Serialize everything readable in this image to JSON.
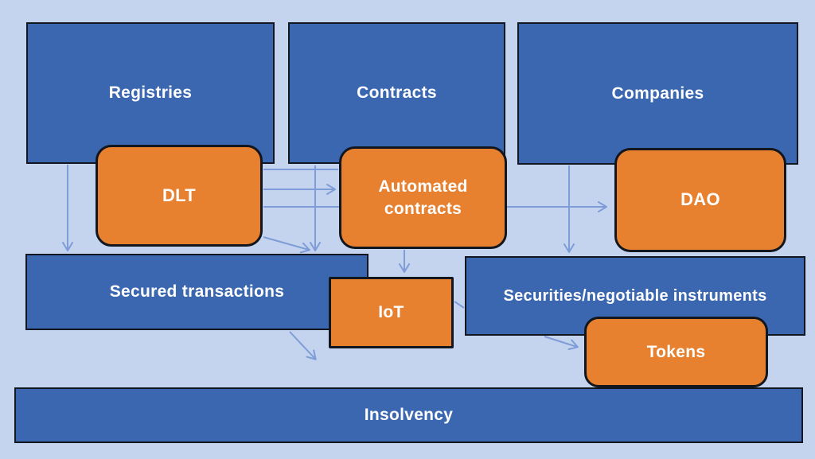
{
  "diagram": {
    "type": "block-diagram",
    "colors": {
      "background": "#c5d4ee",
      "box_blue": "#3a67b0",
      "box_orange": "#e8812f",
      "border": "#12161f",
      "arrow": "#7e9cd7",
      "text": "#ffffff"
    },
    "nodes": {
      "registries": {
        "label": "Registries"
      },
      "contracts": {
        "label": "Contracts"
      },
      "companies": {
        "label": "Companies"
      },
      "dlt": {
        "label": "DLT"
      },
      "automated_contracts": {
        "label": "Automated contracts"
      },
      "dao": {
        "label": "DAO"
      },
      "secured_transactions": {
        "label": "Secured transactions"
      },
      "iot": {
        "label": "IoT"
      },
      "securities": {
        "label": "Securities/negotiable instruments"
      },
      "tokens": {
        "label": "Tokens"
      },
      "insolvency": {
        "label": "Insolvency"
      }
    },
    "edges": [
      {
        "from": "registries",
        "to": "secured_transactions",
        "arrowhead": true
      },
      {
        "from": "dlt",
        "to": "automated_contracts",
        "arrowhead": false
      },
      {
        "from": "dlt",
        "to": "automated_contracts",
        "arrowhead": true
      },
      {
        "from": "dlt",
        "to": "dao",
        "arrowhead": true
      },
      {
        "from": "dlt",
        "to": "secured_transactions",
        "arrowhead": true
      },
      {
        "from": "contracts",
        "to": "secured_transactions",
        "arrowhead": true
      },
      {
        "from": "automated_contracts",
        "to": "iot",
        "arrowhead": true
      },
      {
        "from": "companies",
        "to": "securities",
        "arrowhead": true
      },
      {
        "from": "iot",
        "to": "securities",
        "arrowhead": false
      },
      {
        "from": "secured_transactions",
        "to": "insolvency",
        "arrowhead": true
      },
      {
        "from": "securities",
        "to": "tokens",
        "arrowhead": true
      }
    ]
  }
}
